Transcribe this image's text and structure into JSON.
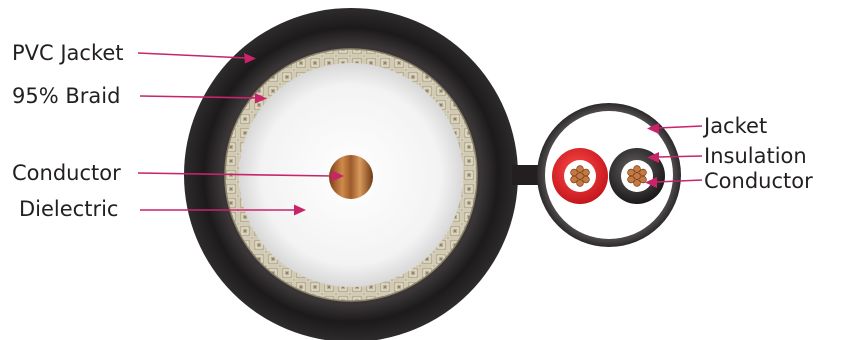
{
  "coax_labels": {
    "jacket": "PVC Jacket",
    "braid": "95% Braid",
    "conductor": "Conductor",
    "dielectric": "Dielectric"
  },
  "twin_labels": {
    "jacket": "Jacket",
    "insulation": "Insulation",
    "conductor": "Conductor"
  },
  "colors": {
    "jacket": "#231f20",
    "braid": "#b9b096",
    "dielectric": "#efefef",
    "copper": "#a8622f",
    "arrow": "#c8246a",
    "red_insulation": "#e31e24",
    "twin_jacket_ring": "#444444"
  },
  "icons": {
    "arrow": "arrowhead-right",
    "arrow_left": "arrowhead-left"
  }
}
